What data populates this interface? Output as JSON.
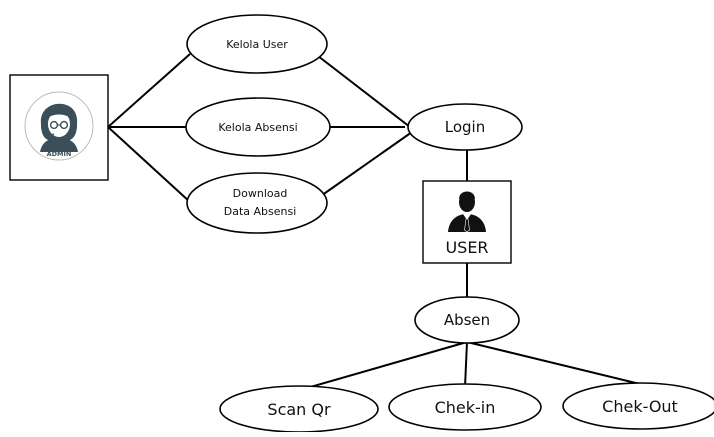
{
  "actors": {
    "admin": {
      "badge": "ADMIN",
      "icon": "admin-avatar-icon"
    },
    "user": {
      "label": "USER",
      "icon": "user-avatar-icon"
    }
  },
  "use_cases": {
    "kelola_user": "Kelola User",
    "kelola_absensi": "Kelola Absensi",
    "download_line1": "Download",
    "download_line2": "Data Absensi",
    "login": "Login",
    "absen": "Absen",
    "scan_qr": "Scan Qr",
    "chek_in": "Chek-in",
    "chek_out": "Chek-Out"
  },
  "colors": {
    "admin_skin": "#3a4f59",
    "admin_circle": "#ffffff",
    "user_silhouette": "#111111"
  }
}
